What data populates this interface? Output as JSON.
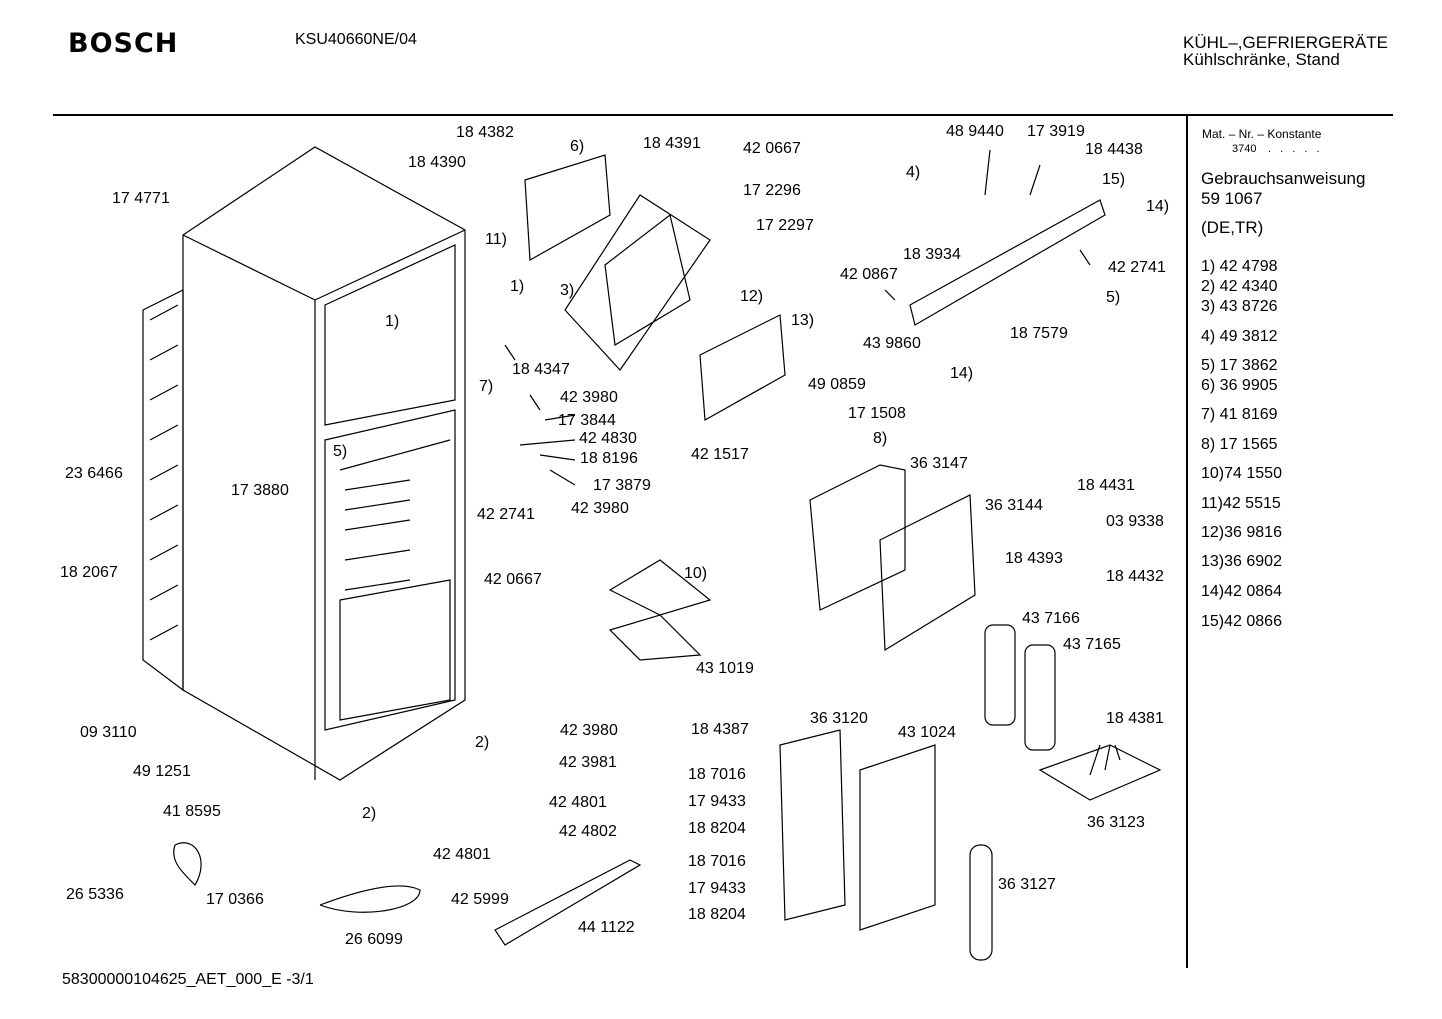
{
  "header": {
    "brand": "BOSCH",
    "model": "KSU40660NE/04",
    "category_line1": "KÜHL–,GEFRIERGERÄTE",
    "category_line2": "Kühlschränke, Stand"
  },
  "sidebar": {
    "mat_label": "Mat. – Nr. – Konstante",
    "mat_number": "3740",
    "mat_dots": ". . . . .",
    "manual_label": "Gebrauchsanweisung",
    "manual_number": "59 1067",
    "languages": "(DE,TR)",
    "legend": [
      "1)  42 4798",
      "2)  42 4340",
      "3)  43 8726",
      "4)  49 3812",
      "5)  17 3862",
      "6)  36 9905",
      "7)  41 8169",
      "8)  17 1565",
      "10)74 1550",
      "11)42 5515",
      "12)36 9816",
      "13)36 6902",
      "14)42 0864",
      "15)42 0866"
    ]
  },
  "footer": {
    "code": "58300000104625_AET_000_E -3/1"
  },
  "parts": [
    "17 4771",
    "23 6466",
    "18 2067",
    "09 3110",
    "49 1251",
    "41 8595",
    "26 5336",
    "17 0366",
    "26 6099",
    "17 3880",
    "5)",
    "1)",
    "2)",
    "2)",
    "18 4382",
    "18 4390",
    "6)",
    "18 4391",
    "42 0667",
    "17 2296",
    "17 2297",
    "11)",
    "1)",
    "3)",
    "12)",
    "13)",
    "18 4347",
    "7)",
    "42 3980",
    "17 3844",
    "42 4830",
    "18 8196",
    "17 3879",
    "42 2741",
    "42 3980",
    "48 9440",
    "17 3919",
    "18 4438",
    "4)",
    "15)",
    "14)",
    "18 3934",
    "42 0867",
    "42 2741",
    "5)",
    "18 7579",
    "43 9860",
    "14)",
    "49 0859",
    "17 1508",
    "8)",
    "42 1517",
    "36 3147",
    "36 3144",
    "18 4431",
    "03 9338",
    "18 4393",
    "18 4432",
    "42 0667",
    "10)",
    "43 1019",
    "43 7166",
    "43 7165",
    "18 4381",
    "36 3123",
    "42 3980",
    "42 3981",
    "42 4801",
    "42 4802",
    "42 4801",
    "42 5999",
    "44 1122",
    "18 4387",
    "36 3120",
    "43 1024",
    "18 7016",
    "17 9433",
    "18 8204",
    "18 7016",
    "17 9433",
    "18 8204",
    "36 3127"
  ]
}
